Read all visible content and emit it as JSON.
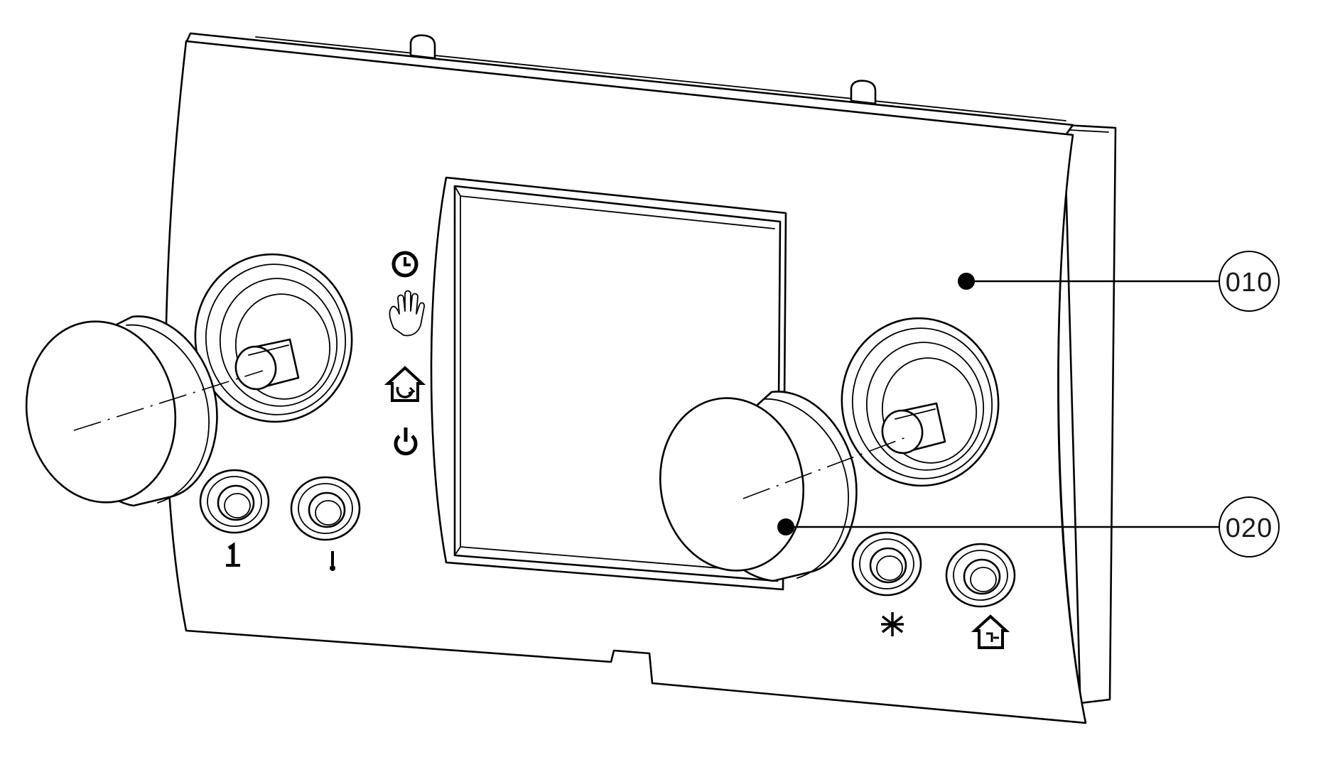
{
  "callouts": [
    {
      "id": "callout-010",
      "label": "010"
    },
    {
      "id": "callout-020",
      "label": "020"
    }
  ],
  "icons": {
    "mode_indicators": [
      "clock-icon",
      "hand-icon",
      "house-recirculation-icon",
      "power-icon"
    ],
    "left_buttons": [
      "heating-circuit-1-icon",
      "thermometer-icon"
    ],
    "right_buttons": [
      "snowflake-icon",
      "house-presence-icon"
    ]
  },
  "colors": {
    "line": "#000000",
    "background": "#ffffff"
  }
}
